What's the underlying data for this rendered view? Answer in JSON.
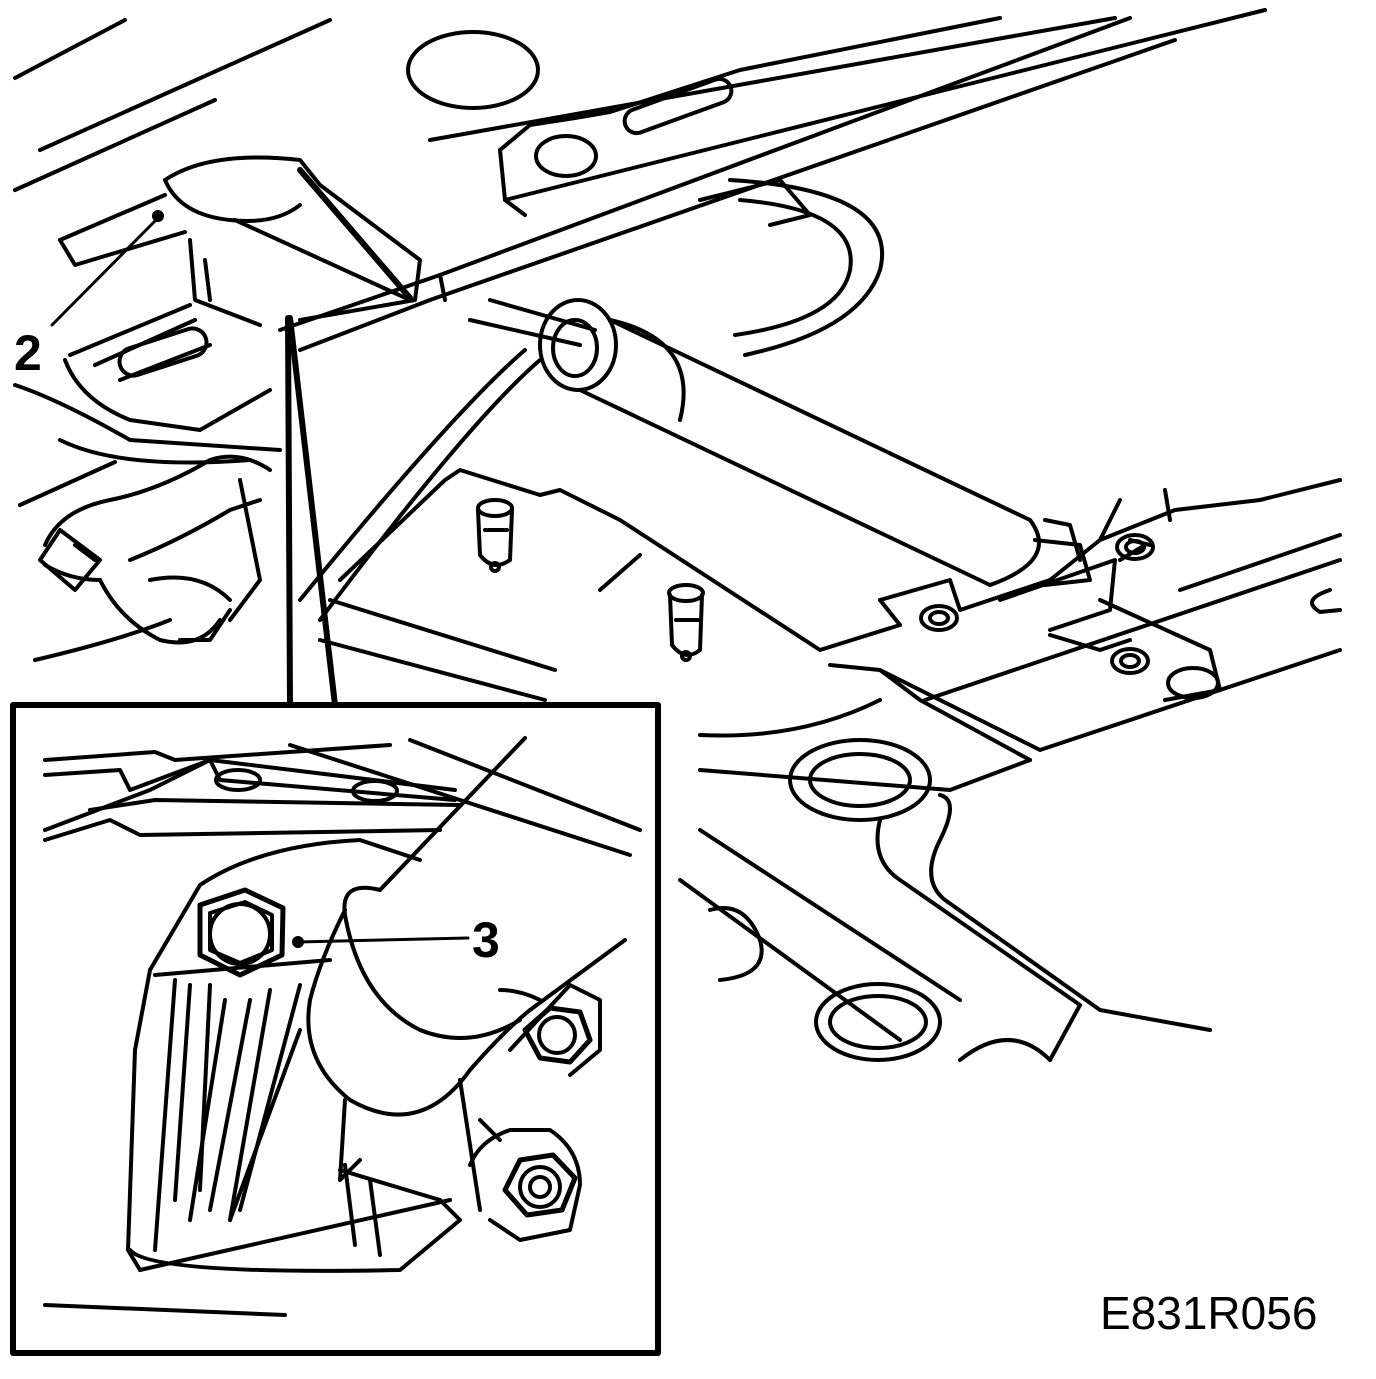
{
  "figure": {
    "code": "E831R056",
    "callouts": [
      "2",
      "3"
    ]
  },
  "colors": {
    "ink": "#000000",
    "paper": "#ffffff"
  }
}
